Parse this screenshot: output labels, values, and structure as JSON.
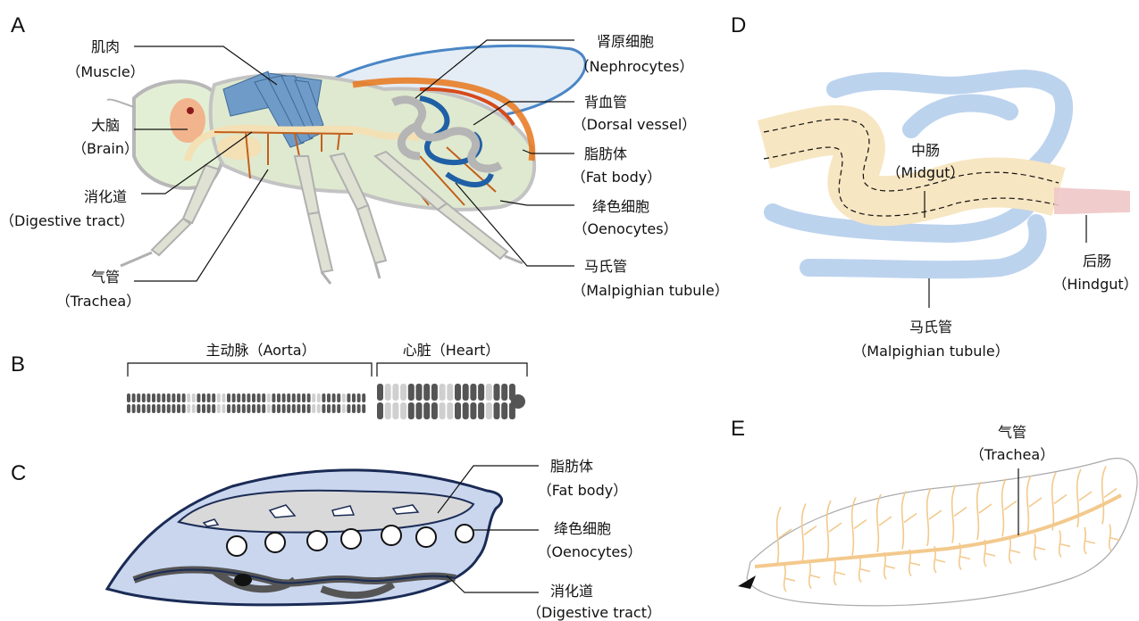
{
  "panels": {
    "a": "A",
    "b": "B",
    "c": "C",
    "d": "D",
    "e": "E"
  },
  "panel_a": {
    "muscle": {
      "zh": "肌肉",
      "en": "（Muscle）"
    },
    "brain": {
      "zh": "大脑",
      "en": "（Brain）"
    },
    "digestive": {
      "zh": "消化道",
      "en": "（Digestive tract）"
    },
    "trachea": {
      "zh": "气管",
      "en": "（Trachea）"
    },
    "nephrocytes": {
      "zh": "肾原细胞",
      "en": "（Nephrocytes）"
    },
    "dorsal_vessel": {
      "zh": "背血管",
      "en": "（Dorsal vessel）"
    },
    "fat_body": {
      "zh": "脂肪体",
      "en": "（Fat body）"
    },
    "oenocytes": {
      "zh": "绛色细胞",
      "en": "（Oenocytes）"
    },
    "malpighian": {
      "zh": "马氏管",
      "en": "（Malpighian tubule）"
    }
  },
  "panel_b": {
    "aorta": "主动脉（Aorta）",
    "heart": "心脏（Heart）"
  },
  "panel_c": {
    "fat_body": {
      "zh": "脂肪体",
      "en": "（Fat body）"
    },
    "oenocytes": {
      "zh": "绛色细胞",
      "en": "（Oenocytes）"
    },
    "digestive": {
      "zh": "消化道",
      "en": "（Digestive tract）"
    }
  },
  "panel_d": {
    "midgut": {
      "zh": "中肠",
      "en": "（Midgut）"
    },
    "hindgut": {
      "zh": "后肠",
      "en": "（Hindgut）"
    },
    "malpighian": {
      "zh": "马氏管",
      "en": "（Malpighian tubule）"
    }
  },
  "panel_e": {
    "trachea": {
      "zh": "气管",
      "en": "（Trachea）"
    }
  },
  "colors": {
    "muscle": "#6f9bc8",
    "wing": "#4a86c5",
    "fat_body": "#e8751a",
    "body": "#dfe9cf",
    "gut": "#f3e0b5",
    "nerve": "#c2601c",
    "tubule": "#bcd3ee",
    "hindgut": "#f0c6c6",
    "larva_fill": "#c9d6ee",
    "larva_line": "#1a2b55",
    "heart_dark": "#555555",
    "heart_light": "#cfcfcf"
  }
}
